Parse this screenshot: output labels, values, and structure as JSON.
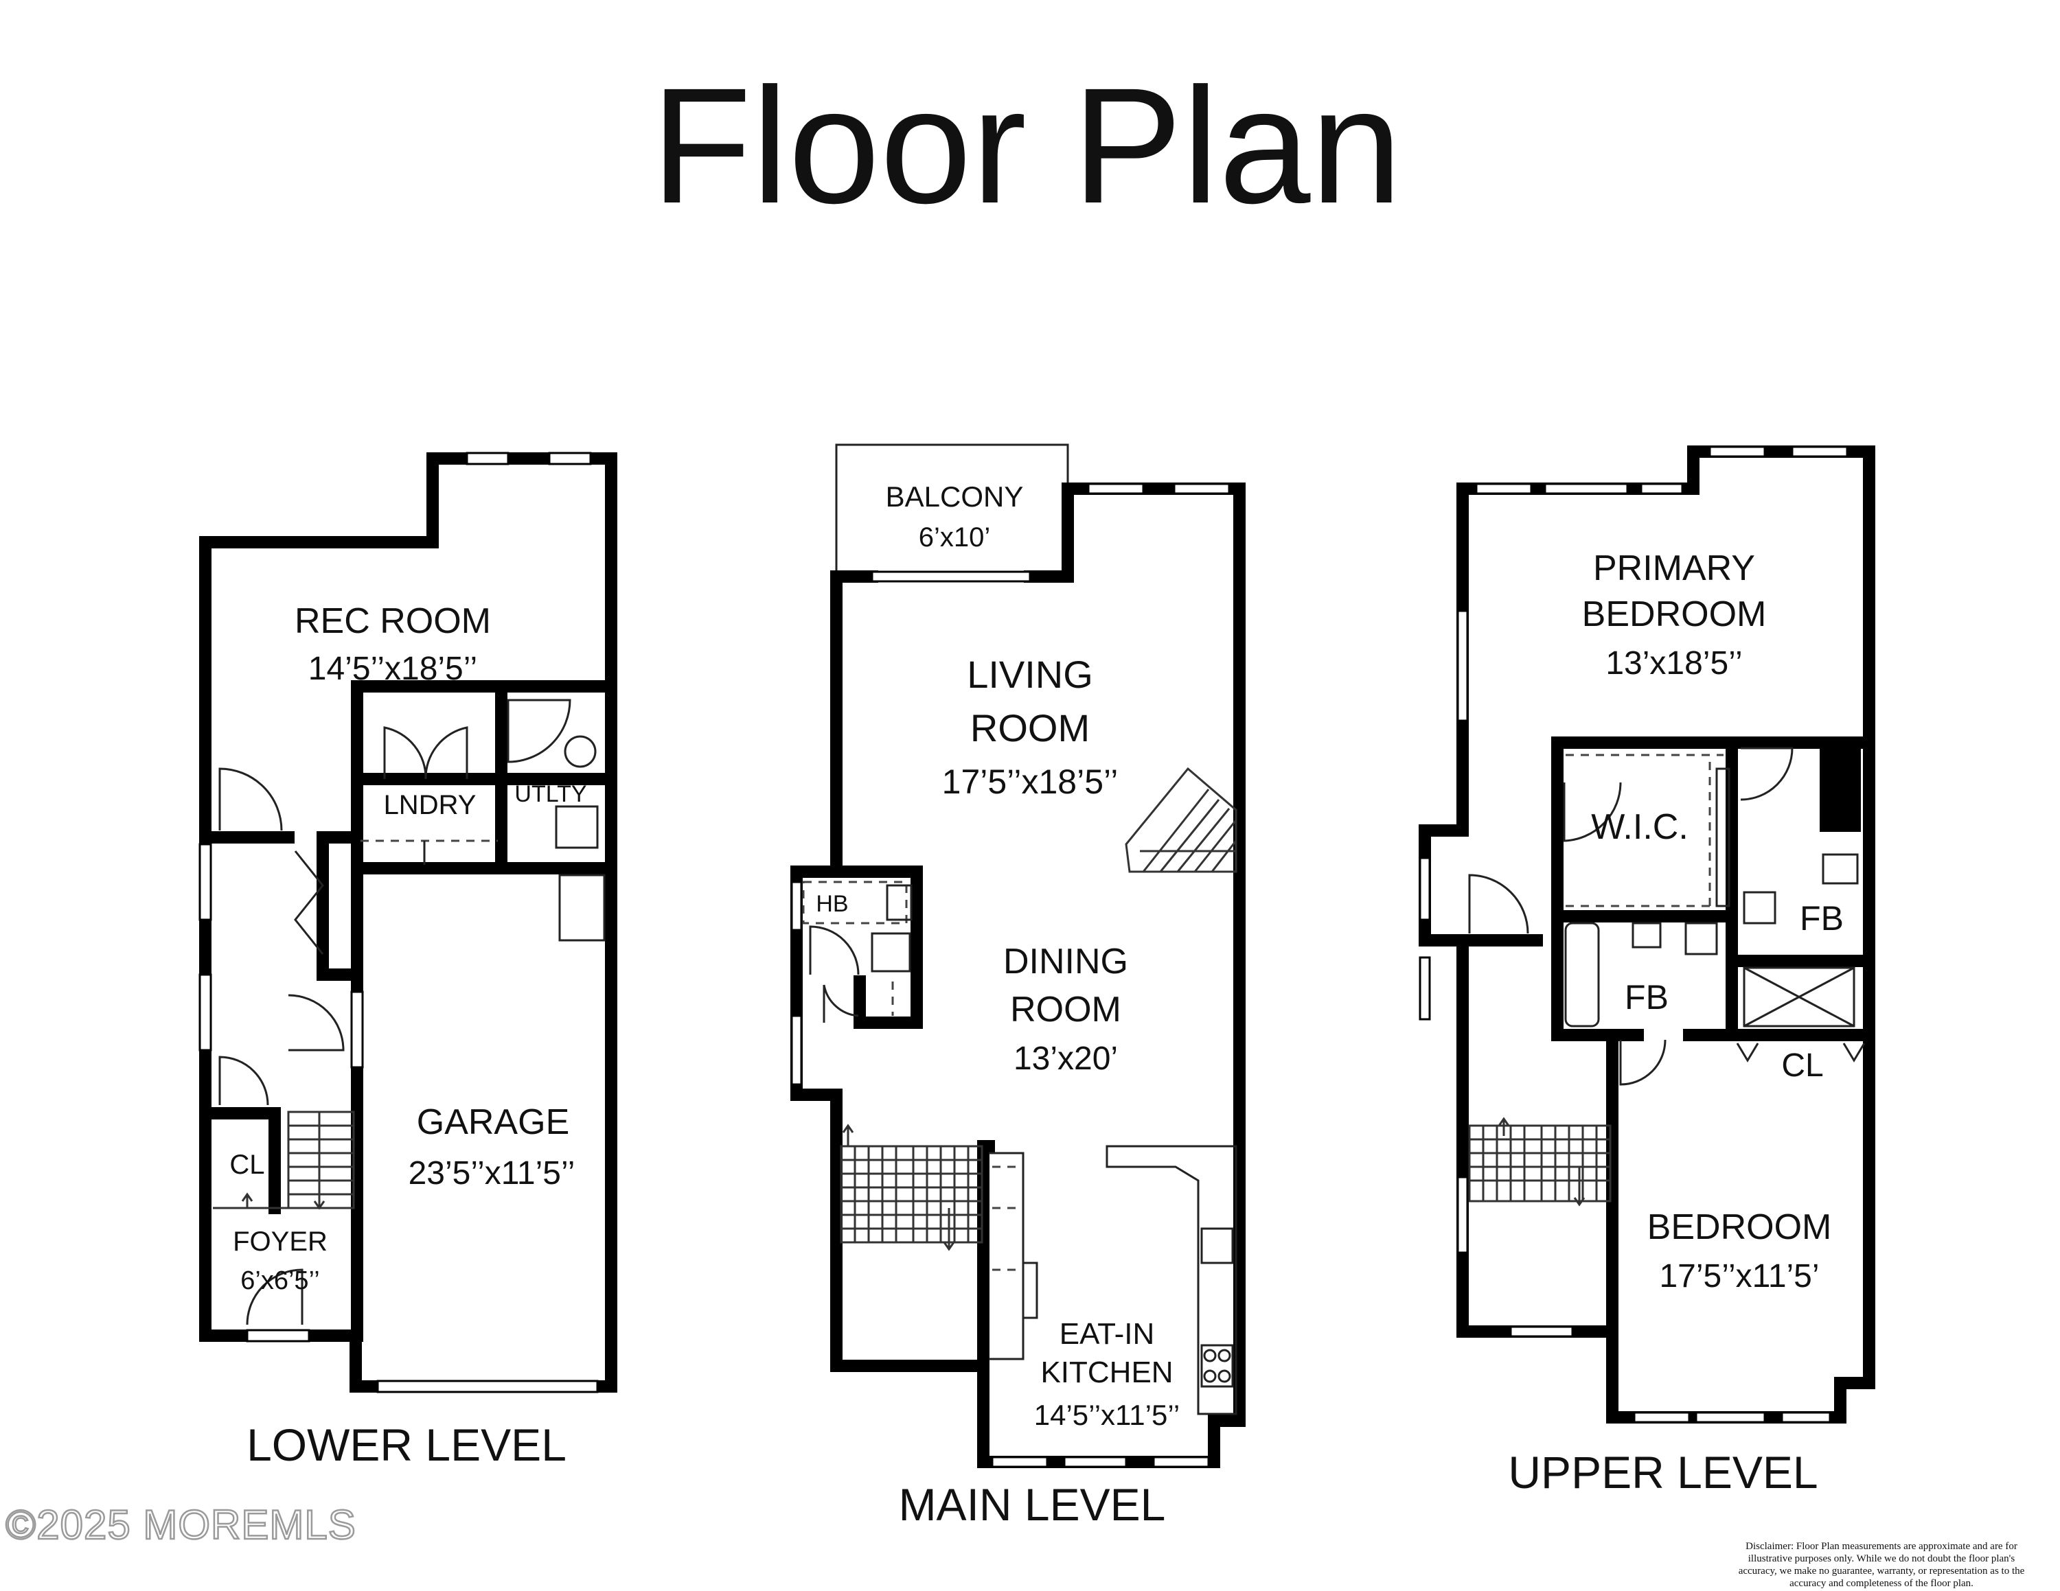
{
  "title": "Floor Plan",
  "levels": [
    {
      "name": "LOWER LEVEL",
      "rooms": [
        {
          "label": "REC ROOM",
          "dims": "14’5’’x18’5’’"
        },
        {
          "label": "LNDRY",
          "dims": ""
        },
        {
          "label": "UTLTY",
          "dims": ""
        },
        {
          "label": "GARAGE",
          "dims": "23’5’’x11’5’’"
        },
        {
          "label": "CL",
          "dims": ""
        },
        {
          "label": "FOYER",
          "dims": "6’x6’5’’"
        }
      ]
    },
    {
      "name": "MAIN LEVEL",
      "rooms": [
        {
          "label": "BALCONY",
          "dims": "6’x10’"
        },
        {
          "label": "LIVING",
          "label2": "ROOM",
          "dims": "17’5’’x18’5’’"
        },
        {
          "label": "HB",
          "dims": ""
        },
        {
          "label": "DINING",
          "label2": "ROOM",
          "dims": "13’x20’"
        },
        {
          "label": "EAT-IN",
          "label2": "KITCHEN",
          "dims": "14’5’’x11’5’’"
        }
      ]
    },
    {
      "name": "UPPER LEVEL",
      "rooms": [
        {
          "label": "PRIMARY",
          "label2": "BEDROOM",
          "dims": "13’x18’5’’"
        },
        {
          "label": "W.I.C.",
          "dims": ""
        },
        {
          "label": "FB",
          "dims": ""
        },
        {
          "label": "FB",
          "dims": ""
        },
        {
          "label": "CL",
          "dims": ""
        },
        {
          "label": "BEDROOM",
          "dims": "17’5’’x11’5’"
        }
      ]
    }
  ],
  "watermark": "©2025 MOREMLS",
  "disclaimer": [
    "Disclaimer: Floor Plan measurements are approximate and are for",
    "illustrative purposes only. While we do not doubt the floor plan's",
    "accuracy, we make no guarantee, warranty, or representation as to the",
    "accuracy and completeness of the floor plan."
  ]
}
